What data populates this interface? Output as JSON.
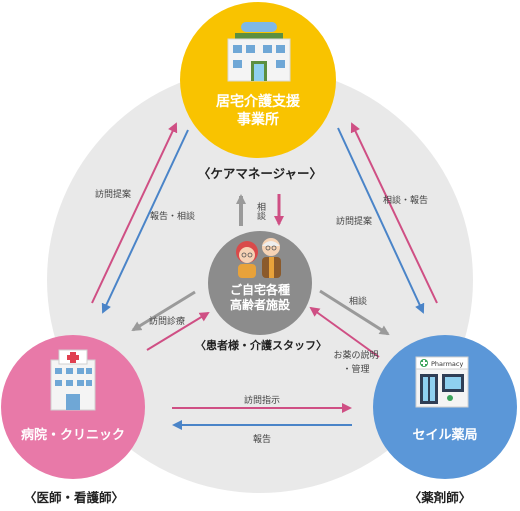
{
  "nodes": {
    "care": {
      "title_line1": "居宅介護支援",
      "title_line2": "事業所",
      "role": "〈ケアマネージャー〉"
    },
    "patient": {
      "title_line1": "ご自宅各種",
      "title_line2": "高齢者施設",
      "role": "〈患者様・介護スタッフ〉"
    },
    "hospital": {
      "title": "病院・クリニック",
      "role": "〈医師・看護師〉"
    },
    "pharmacy": {
      "title": "セイル薬局",
      "role": "〈薬剤師〉",
      "sign": "Pharmacy"
    }
  },
  "edges": {
    "hosp_to_care": "訪問提案",
    "care_to_hosp": "報告・相談",
    "care_to_pharm": "訪問提案",
    "pharm_to_care": "相談・報告",
    "patient_care_vertical": "相談",
    "hosp_patient": "訪問診療",
    "patient_pharm_consult": "相談",
    "pharm_to_patient_line1": "お薬の説明",
    "pharm_to_patient_line2": "・管理",
    "hosp_to_pharm": "訪問指示",
    "pharm_to_hosp": "報告"
  },
  "colors": {
    "care": "#f9c300",
    "hospital": "#e879a8",
    "pharmacy": "#5b97d8",
    "patient": "#8c8c8c",
    "ring": "#e9e9e9",
    "pink_arrow": "#cf4f84",
    "blue_arrow": "#4a84c8",
    "gray_arrow": "#9a9a9a"
  },
  "icons": [
    "building-icon",
    "hospital-icon",
    "pharmacy-icon",
    "elderly-couple-icon"
  ]
}
